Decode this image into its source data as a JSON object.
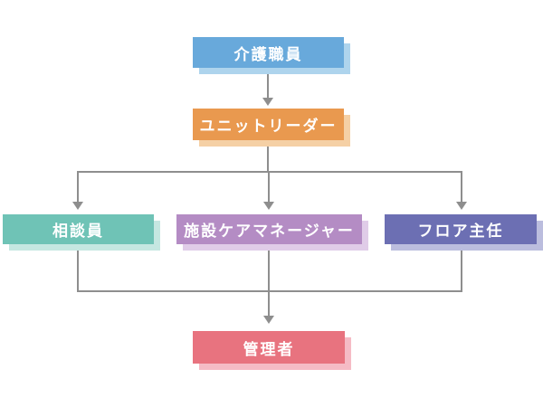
{
  "diagram": {
    "type": "org-flowchart",
    "background": "#FFFFFF",
    "line_color": "#8E8E8E",
    "text_color": "#FFFFFF",
    "nodes": [
      {
        "id": "care-staff",
        "label": "介護職員",
        "color": "#68A9DB",
        "shadow_color": "#AED4ED"
      },
      {
        "id": "unit-leader",
        "label": "ユニットリーダー",
        "color": "#E9994F",
        "shadow_color": "#F5D0A5"
      },
      {
        "id": "counselor",
        "label": "相談員",
        "color": "#6FC3B6",
        "shadow_color": "#C5E7E1"
      },
      {
        "id": "facility-care-manager",
        "label": "施設ケアマネージャー",
        "color": "#B48CC4",
        "shadow_color": "#E0CCE8"
      },
      {
        "id": "floor-chief",
        "label": "フロア主任",
        "color": "#6C6FB3",
        "shadow_color": "#BBBDDE"
      },
      {
        "id": "administrator",
        "label": "管理者",
        "color": "#E8737F",
        "shadow_color": "#F5BBC5"
      }
    ],
    "edges": [
      {
        "from": "介護職員",
        "to": "ユニットリーダー"
      },
      {
        "from": "ユニットリーダー",
        "to": "相談員"
      },
      {
        "from": "ユニットリーダー",
        "to": "施設ケアマネージャー"
      },
      {
        "from": "ユニットリーダー",
        "to": "フロア主任"
      },
      {
        "from": "相談員",
        "to": "管理者"
      },
      {
        "from": "施設ケアマネージャー",
        "to": "管理者"
      },
      {
        "from": "フロア主任",
        "to": "管理者"
      }
    ]
  }
}
